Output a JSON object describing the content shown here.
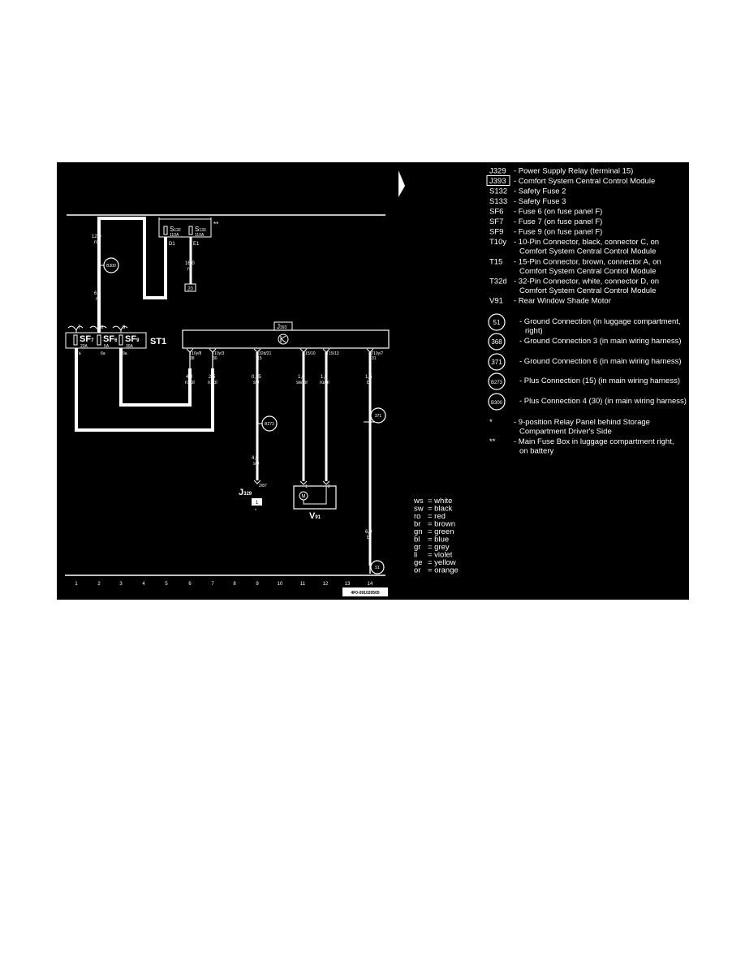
{
  "legend": [
    {
      "code": "J329",
      "desc": [
        "- Power Supply Relay (terminal 15)"
      ]
    },
    {
      "code": "J393",
      "desc": [
        "- Comfort System Central Control Module"
      ],
      "boxed": true
    },
    {
      "code": "S132",
      "desc": [
        "- Safety Fuse 2"
      ]
    },
    {
      "code": "S133",
      "desc": [
        "- Safety Fuse 3"
      ]
    },
    {
      "code": "SF6",
      "desc": [
        "- Fuse 6 (on fuse panel F)"
      ]
    },
    {
      "code": "SF7",
      "desc": [
        "- Fuse 7 (on fuse panel F)"
      ]
    },
    {
      "code": "SF9",
      "desc": [
        "- Fuse 9 (on fuse panel F)"
      ]
    },
    {
      "code": "T10y",
      "desc": [
        "- 10-Pin Connector, black, connector C, on",
        "Comfort System Central Control Module"
      ]
    },
    {
      "code": "T15",
      "desc": [
        "- 15-Pin Connector, brown, connector A, on",
        "Comfort System Central Control Module"
      ]
    },
    {
      "code": "T32d",
      "desc": [
        "- 32-Pin Connector, white, connector D, on",
        "Comfort System Central Control Module"
      ]
    },
    {
      "code": "V91",
      "desc": [
        "- Rear Window Shade Motor"
      ]
    }
  ],
  "connections": [
    {
      "code": "51",
      "desc": [
        "- Ground Connection (in luggage compartment,",
        "right)"
      ]
    },
    {
      "code": "368",
      "desc": [
        "- Ground Connection 3 (in main wiring harness)"
      ]
    },
    {
      "code": "371",
      "desc": [
        "- Ground Connection 6 (in main wiring harness)"
      ]
    },
    {
      "code": "B273",
      "desc": [
        "- Plus Connection (15) (in main wiring harness)"
      ]
    },
    {
      "code": "B300",
      "desc": [
        "- Plus Connection 4 (30) (in main wiring harness)"
      ]
    }
  ],
  "footnotes": [
    {
      "mark": "*",
      "desc": [
        "- 9-position Relay Panel behind Storage",
        "Compartment Driver's Side"
      ]
    },
    {
      "mark": "**",
      "desc": [
        "- Main Fuse Box in luggage compartment right,",
        "on battery"
      ]
    }
  ],
  "colors": [
    {
      "abbr": "ws",
      "name": "= white"
    },
    {
      "abbr": "sw",
      "name": "= black"
    },
    {
      "abbr": "ro",
      "name": "= red"
    },
    {
      "abbr": "br",
      "name": "= brown"
    },
    {
      "abbr": "gn",
      "name": "= green"
    },
    {
      "abbr": "bl",
      "name": "= blue"
    },
    {
      "abbr": "gr",
      "name": "= grey"
    },
    {
      "abbr": "li",
      "name": "= violet"
    },
    {
      "abbr": "ge",
      "name": "= yellow"
    },
    {
      "abbr": "or",
      "name": "= orange"
    }
  ],
  "diagram": {
    "fuse_box": {
      "stars": "**",
      "fuses": [
        {
          "name": "S",
          "sub": "132",
          "rating": "110A",
          "pin": "D1"
        },
        {
          "name": "S",
          "sub": "133",
          "rating": "110A",
          "pin": "E1"
        }
      ]
    },
    "fuse_panel": {
      "label": "ST1",
      "fuses": [
        {
          "name": "SF",
          "sub": "7",
          "rating": "20A",
          "top": "7",
          "bottom": "7a"
        },
        {
          "name": "SF",
          "sub": "6",
          "rating": "5A",
          "top": "6",
          "bottom": "6a"
        },
        {
          "name": "SF",
          "sub": "9",
          "rating": "30A",
          "top": "9",
          "bottom": "9a"
        }
      ]
    },
    "module": {
      "name": "J",
      "sub": "393"
    },
    "pins": [
      {
        "id": "T10y/8",
        "num": "38"
      },
      {
        "id": "T10y/3",
        "num": "30"
      },
      {
        "id": "T32d/21",
        "num": "15"
      },
      {
        "id": "T15/10",
        "num": ""
      },
      {
        "id": "T15/13",
        "num": ""
      },
      {
        "id": "T10y/7",
        "num": "31"
      }
    ],
    "wires": [
      {
        "gauge": "12,0",
        "color": "ro"
      },
      {
        "gauge": "6,0",
        "color": "ro"
      },
      {
        "gauge": "16,0",
        "color": "ro"
      },
      {
        "gauge": "4,0",
        "color": "ro/bl"
      },
      {
        "gauge": "2,5",
        "color": "ro/bl"
      },
      {
        "gauge": "0,35",
        "color": "sw"
      },
      {
        "gauge": "4,0",
        "color": "sw"
      },
      {
        "gauge": "1,0",
        "color": "sw/br"
      },
      {
        "gauge": "1,0",
        "color": "ro/bl"
      },
      {
        "gauge": "1,5",
        "color": "br"
      },
      {
        "gauge": "6,0",
        "color": "br"
      }
    ],
    "ref_box": "20",
    "relay": {
      "name": "J",
      "sub": "329",
      "pin": "2/87",
      "box": "1",
      "mark": "*"
    },
    "motor": {
      "name": "V",
      "sub": "91",
      "pin1": "1",
      "pin2": "2",
      "symbol": "M"
    },
    "nodes": {
      "b300": "B300",
      "b273": "B273",
      "g371": "371",
      "g51": "51"
    },
    "tracks": [
      "1",
      "2",
      "3",
      "4",
      "5",
      "6",
      "7",
      "8",
      "9",
      "10",
      "11",
      "12",
      "13",
      "14"
    ],
    "figure_id": "4F0-091020505"
  }
}
